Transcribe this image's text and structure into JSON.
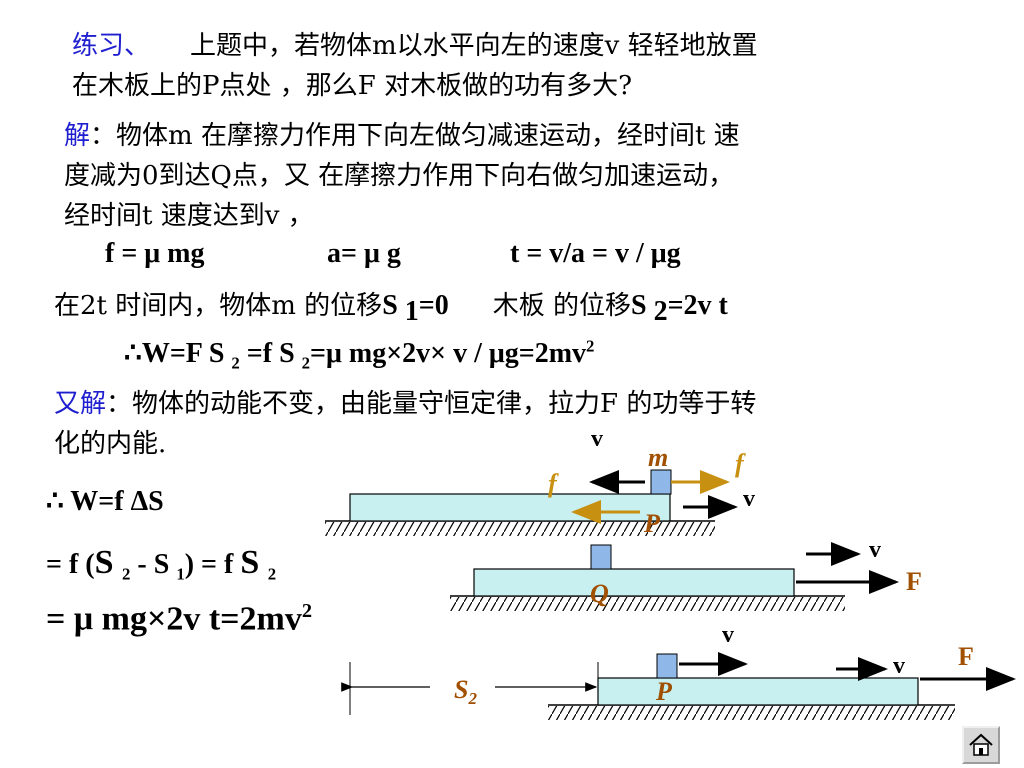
{
  "exercise": {
    "label": "练习、",
    "line1": "上题中，若物体m以水平向左的速度v 轻轻地放置",
    "line2": "在木板上的P点处 ，那么F 对木板做的功有多大?"
  },
  "solution": {
    "label": "解",
    "colon": "：",
    "line1": "物体m 在摩擦力作用下向左做匀减速运动，经时间t 速",
    "line2": "度减为0到达Q点，又 在摩擦力作用下向右做匀加速运动，",
    "line3": "经时间t 速度达到v ，"
  },
  "formula1": {
    "f": "f = μ mg",
    "a": "a= μ g",
    "t": "t  = v/a = v / μg"
  },
  "displacement": {
    "prefix": "在2t 时间内，物体m 的位移",
    "s1_base": "S ",
    "s1_sub": "1",
    "s1_val": "=0",
    "board": "木板 的位移",
    "s2_base": "S ",
    "s2_sub": "2",
    "s2_val": "=2v t"
  },
  "work1": {
    "lead": "∴W=F S ",
    "sub1": "2",
    "mid": " =f S ",
    "sub2": "2",
    "tail": "=μ mg×2v×  v / μg=2mv",
    "sup": "2"
  },
  "alt": {
    "label": "又解",
    "colon": "：",
    "line1": "物体的动能不变，由能量守恒定律，拉力F 的功等于转",
    "line2": "化的内能."
  },
  "work2": {
    "line1": "∴ W=f ΔS",
    "l2_a": "= f (",
    "l2_S1": "S ",
    "l2_sub1": "2",
    "l2_b": " - S ",
    "l2_sub2": "1",
    "l2_c": ") = f ",
    "l2_S2": "S ",
    "l2_sub3": "2",
    "l3_a": "= μ mg×2v t=2mv",
    "l3_sup": "2"
  },
  "diagram": {
    "labels": {
      "v_top": "v",
      "m": "m",
      "f_right": "f",
      "f_left": "f",
      "v_board1": "v",
      "p1": "P",
      "v2": "v",
      "F2": "F",
      "q": "Q",
      "v3_block": "v",
      "F3": "F",
      "v3_board": "v",
      "p3": "P",
      "s2_main": "S",
      "s2_sub": "2"
    },
    "colors": {
      "board_fill": "#c8f0f0",
      "block_fill": "#8fb8e8",
      "friction_arrow": "#c89010",
      "label_brown": "#a05000"
    }
  },
  "icons": {
    "home": "home-icon"
  }
}
